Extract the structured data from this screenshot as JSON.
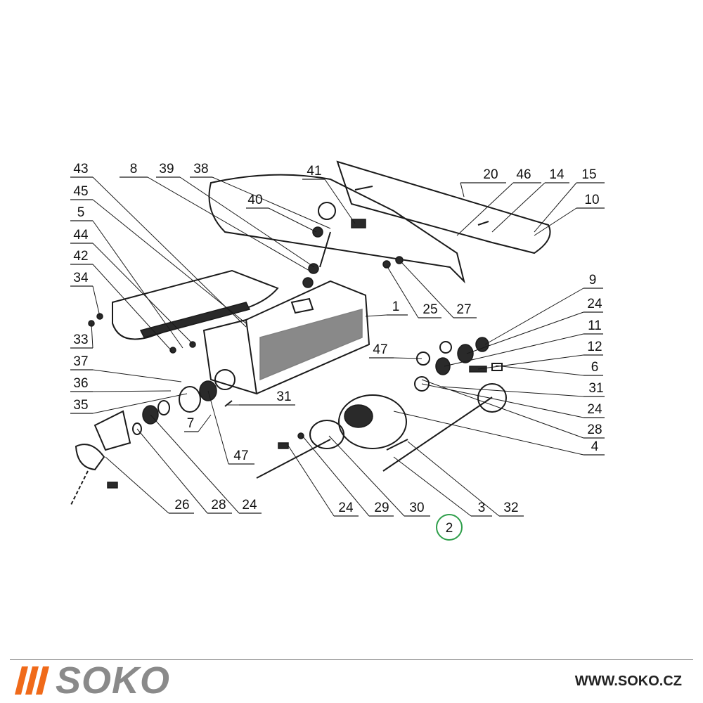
{
  "diagram": {
    "part_labels": [
      "43",
      "8",
      "39",
      "38",
      "41",
      "20",
      "46",
      "14",
      "15",
      "10",
      "45",
      "40",
      "5",
      "44",
      "42",
      "34",
      "33",
      "25",
      "27",
      "1",
      "9",
      "24",
      "47",
      "11",
      "12",
      "6",
      "37",
      "31",
      "36",
      "35",
      "7",
      "24",
      "28",
      "47",
      "4",
      "31",
      "24",
      "29",
      "30",
      "3",
      "32",
      "26",
      "28",
      "24"
    ],
    "highlighted_label": "2",
    "highlight_color": "#2e9e4a"
  },
  "footer": {
    "brand_name": "SOKO",
    "brand_color": "#f06a1a",
    "website": "WWW.SOKO.CZ"
  }
}
